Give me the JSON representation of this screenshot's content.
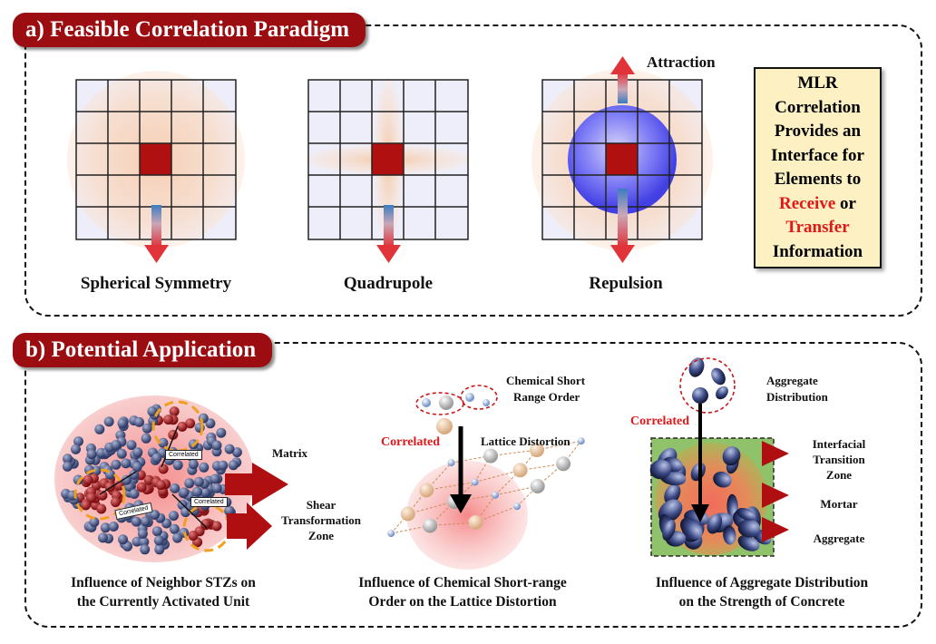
{
  "panel_a": {
    "title": "a) Feasible Correlation Paradigm",
    "labels": {
      "spherical": "Spherical Symmetry",
      "quadrupole": "Quadrupole",
      "repulsion": "Repulsion",
      "attraction": "Attraction"
    },
    "info_box": {
      "line1": "MLR",
      "line2": "Correlation",
      "line3": "Provides an",
      "line4": "Interface for",
      "line5": "Elements to",
      "receive": "Receive",
      "or": " or",
      "transfer": "Transfer",
      "line8": "Information"
    }
  },
  "panel_b": {
    "title": "b) Potential Application",
    "left": {
      "matrix": "Matrix",
      "stz_line1": "Shear",
      "stz_line2": "Transformation",
      "stz_line3": "Zone",
      "tag": "Correlated",
      "caption_line1": "Influence of Neighbor STZs on",
      "caption_line2": "the Currently Activated Unit"
    },
    "middle": {
      "cso_line1": "Chemical Short",
      "cso_line2": "Range Order",
      "correlated": "Correlated",
      "lattice": "Lattice Distortion",
      "caption_line1": "Influence of Chemical Short-range",
      "caption_line2": "Order on the Lattice Distortion"
    },
    "right": {
      "agg_line1": "Aggregate",
      "agg_line2": "Distribution",
      "correlated": "Correlated",
      "itz_line1": "Interfacial",
      "itz_line2": "Transition",
      "itz_line3": "Zone",
      "mortar": "Mortar",
      "aggregate": "Aggregate",
      "caption_line1": "Influence of Aggregate Distribution",
      "caption_line2": "on the Strength of Concrete"
    }
  },
  "colors": {
    "tab": "#9b0d10",
    "accent_red": "#e01818",
    "grid_fill": "#eeeefa",
    "center_cell": "#b01010",
    "info_bg": "#fdf0c2",
    "itz_green": "#8fc26a"
  }
}
